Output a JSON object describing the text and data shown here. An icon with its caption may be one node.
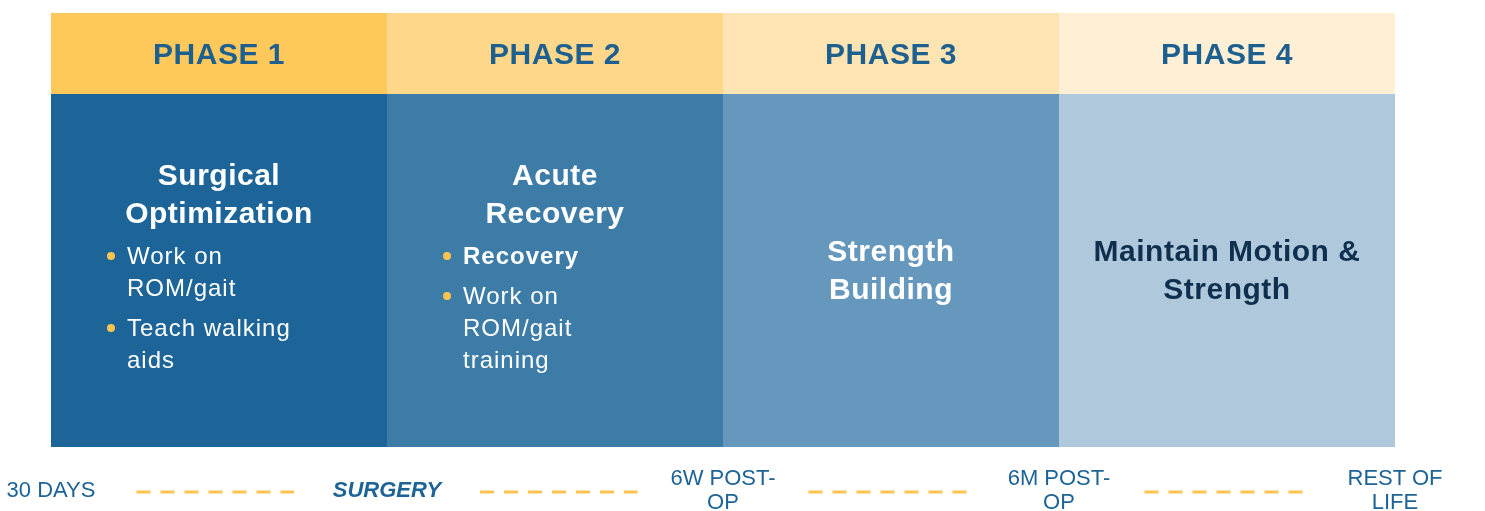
{
  "diagram": {
    "nodes": [
      {
        "text": [
          "PHASE 1"
        ]
      },
      {
        "text": [
          "Surgical Optimization",
          "Work on ROM/gait",
          "Teach walking aids"
        ]
      },
      {
        "text": [
          "PHASE 2"
        ]
      },
      {
        "text": [
          "Acute Recovery",
          "**Recovery**",
          "Work on ROM/gait training"
        ]
      },
      {
        "text": [
          "PHASE 3"
        ]
      },
      {
        "text": [
          "Strength Building"
        ]
      },
      {
        "text": [
          "PHASE 4"
        ]
      },
      {
        "text": [
          "Maintain Motion & Strength"
        ]
      },
      {
        "text": [
          "30 DAYS"
        ]
      },
      {
        "text": [
          "SURGERY"
        ]
      },
      {
        "text": [
          "6W POST-OP"
        ]
      },
      {
        "text": [
          "6M POST-OP"
        ]
      },
      {
        "text": [
          "REST OF LIFE"
        ]
      }
    ],
    "edges": [
      {
        "from": 8,
        "to": 9,
        "arrow": "none",
        "style": "dashed"
      },
      {
        "from": 9,
        "to": 10,
        "arrow": "none",
        "style": "dashed"
      },
      {
        "from": 10,
        "to": 11,
        "arrow": "none",
        "style": "dashed"
      },
      {
        "from": 11,
        "to": 12,
        "arrow": "none",
        "style": "dashed"
      }
    ]
  }
}
